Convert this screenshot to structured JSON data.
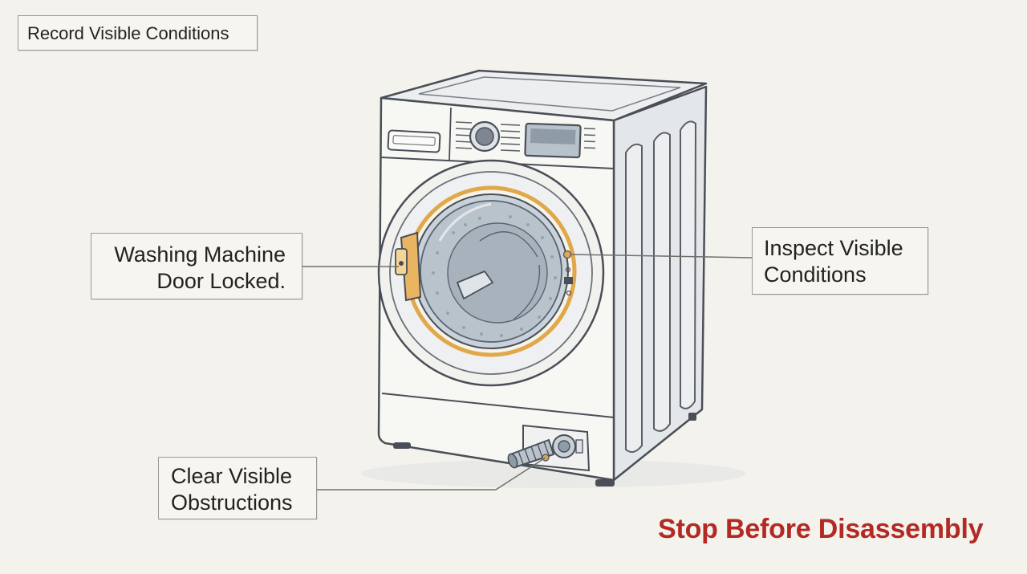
{
  "labels": {
    "record": "Record Visible Conditions",
    "door_line1": "Washing Machine",
    "door_line2": "Door Locked.",
    "inspect_line1": "Inspect Visible",
    "inspect_line2": "Conditions",
    "clear_line1": "Clear Visible",
    "clear_line2": "Obstructions",
    "stop": "Stop Before Disassembly"
  },
  "colors": {
    "background": "#f3f2ec",
    "outline": "#4a4f57",
    "machine_body": "#f7f7f4",
    "side_panel": "#e4e7ea",
    "drum": "#b9c3cc",
    "gasket_accent": "#e0a84a",
    "warning_text": "#b32a25"
  },
  "icons": [
    "washing-machine-illustration",
    "door-lock-latch-icon",
    "drain-hose-icon",
    "filter-cap-icon"
  ]
}
